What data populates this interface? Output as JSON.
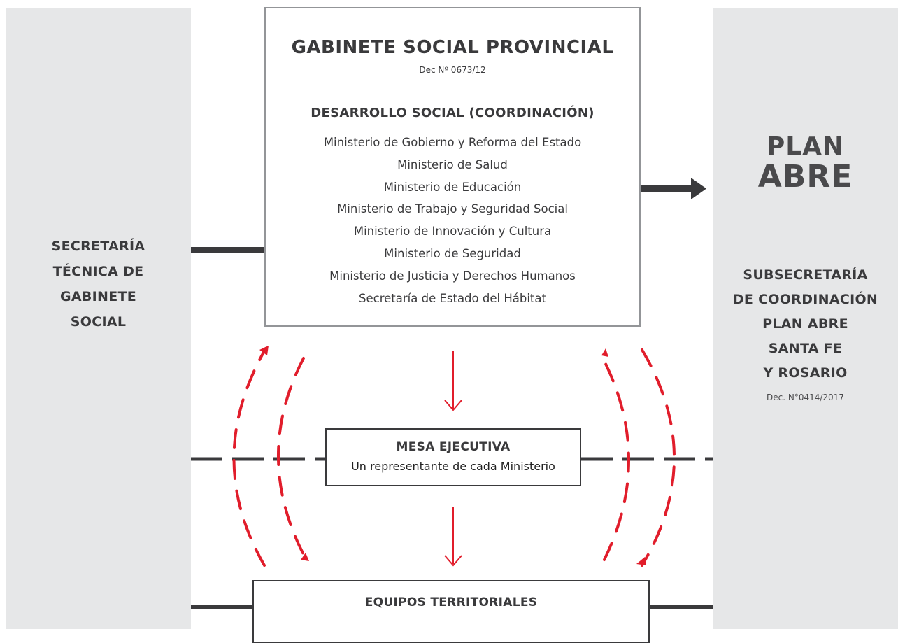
{
  "left_panel": {
    "title_lines": [
      "SECRETARÍA",
      "TÉCNICA DE",
      "GABINETE",
      "SOCIAL"
    ]
  },
  "gabinete": {
    "title": "GABINETE SOCIAL PROVINCIAL",
    "decree": "Dec Nº 0673/12",
    "subtitle": "DESARROLLO SOCIAL (COORDINACIÓN)",
    "ministries": [
      "Ministerio de Gobierno y Reforma del Estado",
      "Ministerio de Salud",
      "Ministerio de Educación",
      "Ministerio de Trabajo y Seguridad Social",
      "Ministerio de Innovación y Cultura",
      "Ministerio de Seguridad",
      "Ministerio de Justicia y Derechos Humanos",
      "Secretaría de Estado del Hábitat"
    ]
  },
  "right_panel": {
    "logo_line1": "PLAN",
    "logo_line2": "ABRE",
    "title_lines": [
      "SUBSECRETARÍA",
      "DE COORDINACIÓN",
      "PLAN ABRE",
      "SANTA FE",
      "Y ROSARIO"
    ],
    "decree": "Dec. N°0414/2017"
  },
  "mesa": {
    "title": "MESA EJECUTIVA",
    "subtitle": "Un representante de cada Ministerio"
  },
  "equipos": {
    "title": "EQUIPOS TERRITORIALES"
  },
  "colors": {
    "panel": "#e6e7e8",
    "text": "#3a3a3c",
    "accent_red": "#e11d2b",
    "connector": "#3a3a3c"
  }
}
